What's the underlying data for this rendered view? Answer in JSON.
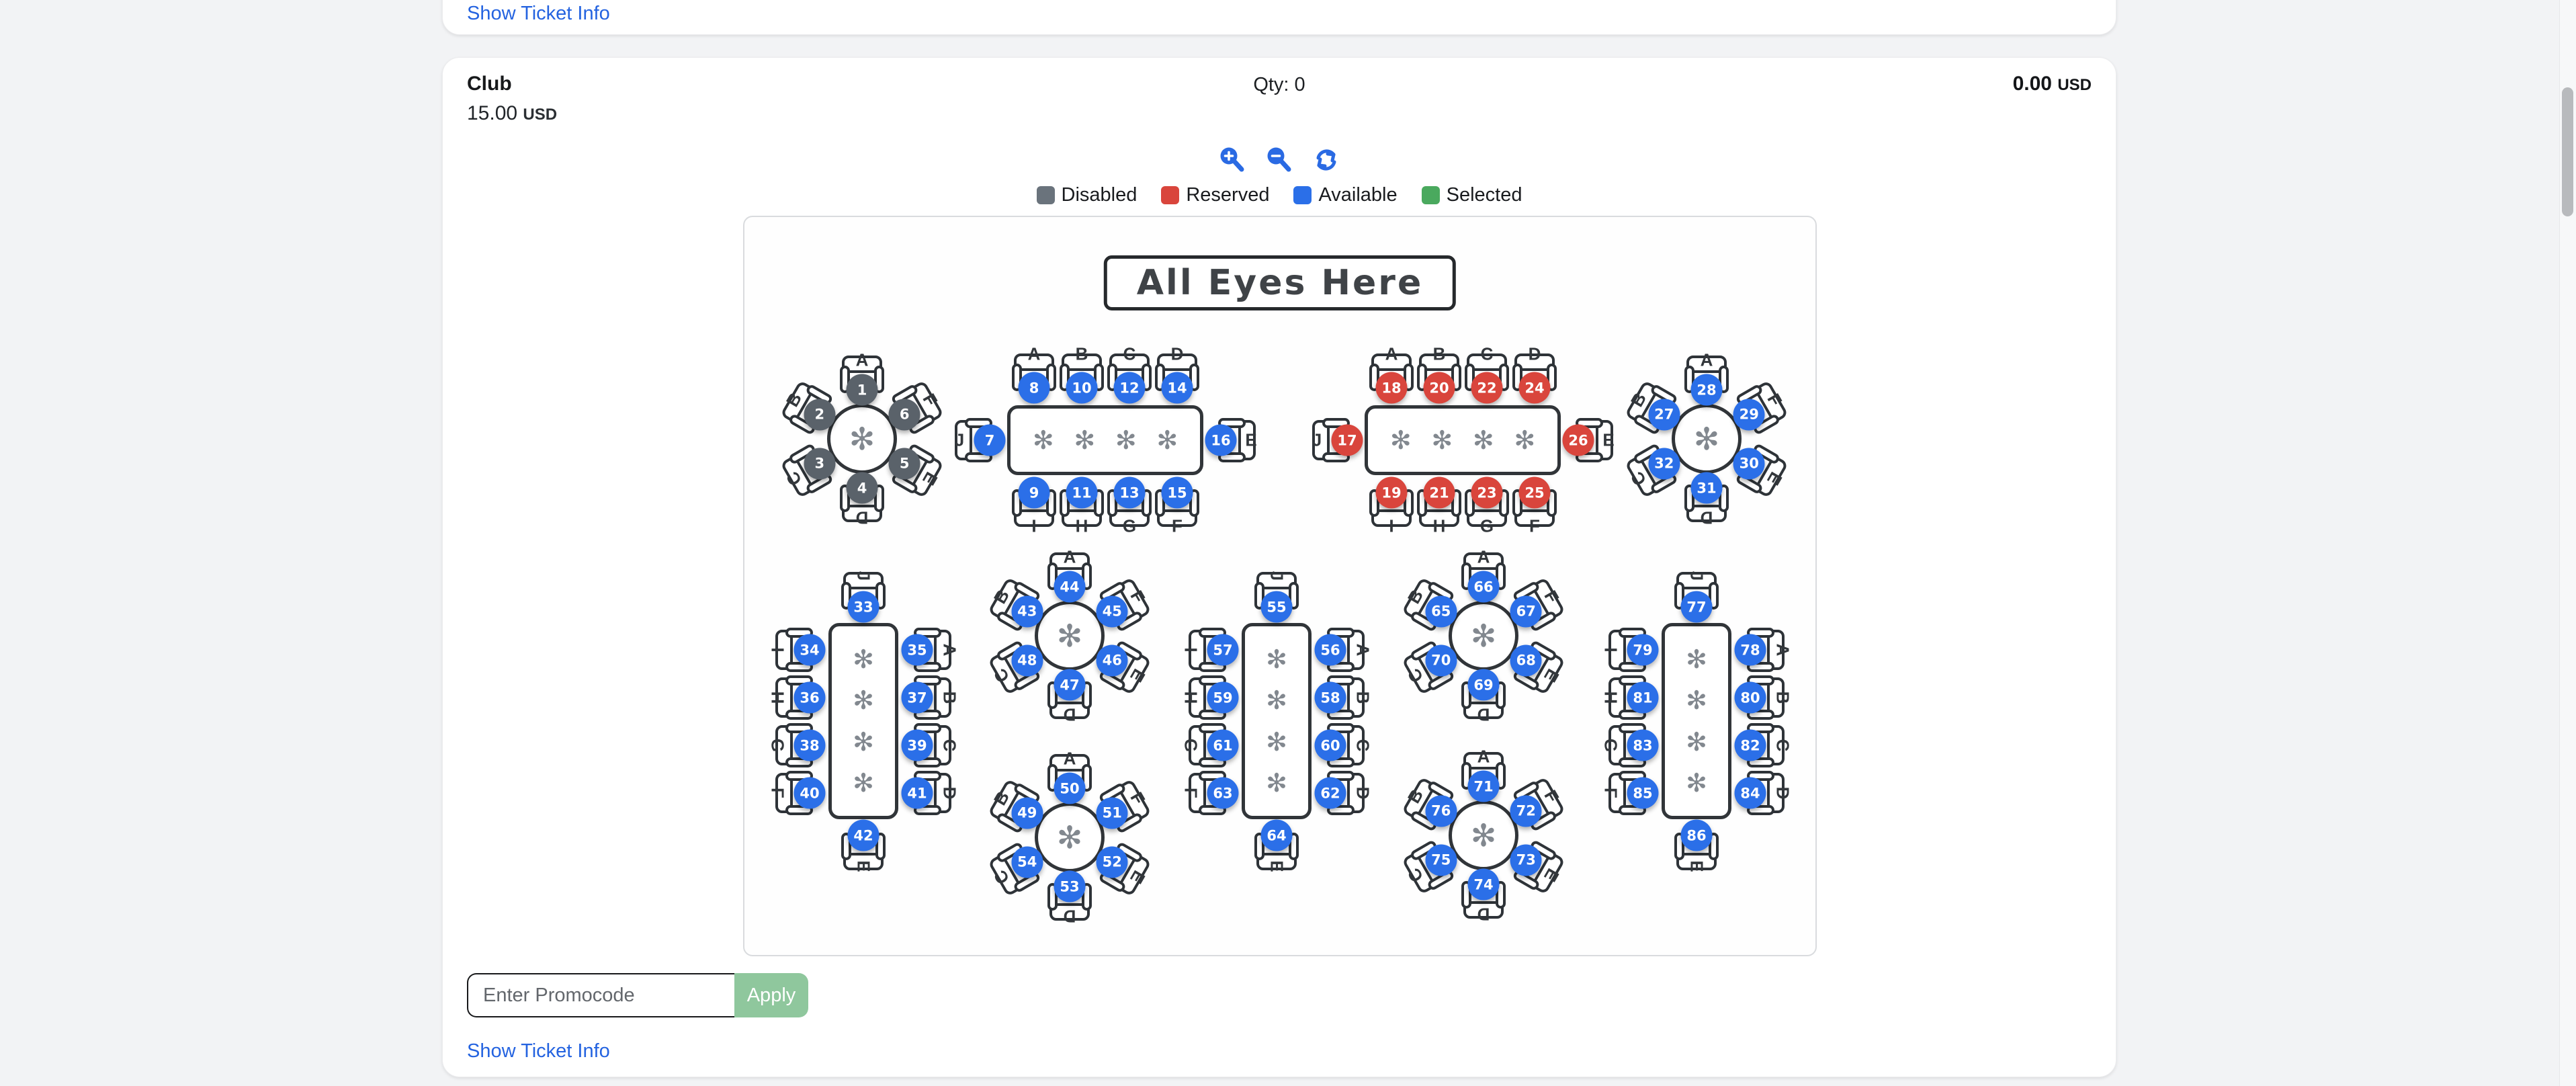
{
  "top_card": {
    "show_ticket_info": "Show Ticket Info"
  },
  "ticket": {
    "name": "Club",
    "price": "15.00",
    "price_currency": "USD",
    "qty_label": "Qty: 0",
    "total": "0.00",
    "total_currency": "USD",
    "show_ticket_info": "Show Ticket Info"
  },
  "controls": {
    "icons": [
      "zoom-in",
      "zoom-out",
      "reset"
    ]
  },
  "legend": [
    {
      "label": "Disabled",
      "color": "#6a737c"
    },
    {
      "label": "Reserved",
      "color": "#d9453c"
    },
    {
      "label": "Available",
      "color": "#2b6fe8"
    },
    {
      "label": "Selected",
      "color": "#4aa95e"
    }
  ],
  "promo": {
    "placeholder": "Enter Promocode",
    "apply_label": "Apply"
  },
  "seat_map": {
    "title": "All Eyes Here",
    "status_colors": {
      "disabled": "#5a626a",
      "reserved": "#d9453c",
      "available": "#2b6fe8",
      "selected": "#4aa95e"
    },
    "tables": [
      {
        "shape": "round",
        "status": "disabled",
        "seats": [
          {
            "n": 1,
            "label": "A",
            "deg": 0
          },
          {
            "n": 6,
            "label": "F",
            "deg": 60
          },
          {
            "n": 5,
            "label": "E",
            "deg": 120
          },
          {
            "n": 4,
            "label": "D",
            "deg": 180
          },
          {
            "n": 3,
            "label": "C",
            "deg": 240
          },
          {
            "n": 2,
            "label": "B",
            "deg": 300
          }
        ]
      },
      {
        "shape": "rect-h",
        "status": "available",
        "seats": [
          {
            "n": 7,
            "label": "J",
            "side": "left"
          },
          {
            "n": 8,
            "label": "A",
            "side": "top",
            "idx": 0
          },
          {
            "n": 10,
            "label": "B",
            "side": "top",
            "idx": 1
          },
          {
            "n": 12,
            "label": "C",
            "side": "top",
            "idx": 2
          },
          {
            "n": 14,
            "label": "D",
            "side": "top",
            "idx": 3
          },
          {
            "n": 16,
            "label": "E",
            "side": "right"
          },
          {
            "n": 9,
            "label": "I",
            "side": "bottom",
            "idx": 0
          },
          {
            "n": 11,
            "label": "H",
            "side": "bottom",
            "idx": 1
          },
          {
            "n": 13,
            "label": "G",
            "side": "bottom",
            "idx": 2
          },
          {
            "n": 15,
            "label": "F",
            "side": "bottom",
            "idx": 3
          }
        ]
      },
      {
        "shape": "rect-h",
        "status": "reserved",
        "seats": [
          {
            "n": 17,
            "label": "J",
            "side": "left"
          },
          {
            "n": 18,
            "label": "A",
            "side": "top",
            "idx": 0
          },
          {
            "n": 20,
            "label": "B",
            "side": "top",
            "idx": 1
          },
          {
            "n": 22,
            "label": "C",
            "side": "top",
            "idx": 2
          },
          {
            "n": 24,
            "label": "D",
            "side": "top",
            "idx": 3
          },
          {
            "n": 26,
            "label": "E",
            "side": "right"
          },
          {
            "n": 19,
            "label": "I",
            "side": "bottom",
            "idx": 0
          },
          {
            "n": 21,
            "label": "H",
            "side": "bottom",
            "idx": 1
          },
          {
            "n": 23,
            "label": "G",
            "side": "bottom",
            "idx": 2
          },
          {
            "n": 25,
            "label": "F",
            "side": "bottom",
            "idx": 3
          }
        ]
      },
      {
        "shape": "round",
        "status": "available",
        "seats": [
          {
            "n": 28,
            "label": "A",
            "deg": 0
          },
          {
            "n": 29,
            "label": "F",
            "deg": 60
          },
          {
            "n": 30,
            "label": "E",
            "deg": 120
          },
          {
            "n": 31,
            "label": "D",
            "deg": 180
          },
          {
            "n": 32,
            "label": "C",
            "deg": 240
          },
          {
            "n": 27,
            "label": "B",
            "deg": 300
          }
        ]
      },
      {
        "shape": "rect-v",
        "status": "available",
        "seats": [
          {
            "n": 33,
            "label": "J",
            "side": "top"
          },
          {
            "n": 35,
            "label": "A",
            "side": "right",
            "idx": 0
          },
          {
            "n": 37,
            "label": "B",
            "side": "right",
            "idx": 1
          },
          {
            "n": 39,
            "label": "C",
            "side": "right",
            "idx": 2
          },
          {
            "n": 41,
            "label": "D",
            "side": "right",
            "idx": 3
          },
          {
            "n": 42,
            "label": "E",
            "side": "bottom"
          },
          {
            "n": 34,
            "label": "I",
            "side": "left",
            "idx": 0
          },
          {
            "n": 36,
            "label": "H",
            "side": "left",
            "idx": 1
          },
          {
            "n": 38,
            "label": "G",
            "side": "left",
            "idx": 2
          },
          {
            "n": 40,
            "label": "F",
            "side": "left",
            "idx": 3
          }
        ]
      },
      {
        "shape": "round",
        "status": "available",
        "seats": [
          {
            "n": 44,
            "label": "A",
            "deg": 0
          },
          {
            "n": 45,
            "label": "F",
            "deg": 60
          },
          {
            "n": 46,
            "label": "E",
            "deg": 120
          },
          {
            "n": 47,
            "label": "D",
            "deg": 180
          },
          {
            "n": 48,
            "label": "C",
            "deg": 240
          },
          {
            "n": 43,
            "label": "B",
            "deg": 300
          }
        ]
      },
      {
        "shape": "round",
        "status": "available",
        "seats": [
          {
            "n": 50,
            "label": "A",
            "deg": 0
          },
          {
            "n": 51,
            "label": "F",
            "deg": 60
          },
          {
            "n": 52,
            "label": "E",
            "deg": 120
          },
          {
            "n": 53,
            "label": "D",
            "deg": 180
          },
          {
            "n": 54,
            "label": "C",
            "deg": 240
          },
          {
            "n": 49,
            "label": "B",
            "deg": 300
          }
        ]
      },
      {
        "shape": "rect-v",
        "status": "available",
        "seats": [
          {
            "n": 55,
            "label": "J",
            "side": "top"
          },
          {
            "n": 56,
            "label": "A",
            "side": "right",
            "idx": 0
          },
          {
            "n": 58,
            "label": "B",
            "side": "right",
            "idx": 1
          },
          {
            "n": 60,
            "label": "C",
            "side": "right",
            "idx": 2
          },
          {
            "n": 62,
            "label": "D",
            "side": "right",
            "idx": 3
          },
          {
            "n": 64,
            "label": "E",
            "side": "bottom"
          },
          {
            "n": 57,
            "label": "I",
            "side": "left",
            "idx": 0
          },
          {
            "n": 59,
            "label": "H",
            "side": "left",
            "idx": 1
          },
          {
            "n": 61,
            "label": "G",
            "side": "left",
            "idx": 2
          },
          {
            "n": 63,
            "label": "F",
            "side": "left",
            "idx": 3
          }
        ]
      },
      {
        "shape": "round",
        "status": "available",
        "seats": [
          {
            "n": 66,
            "label": "A",
            "deg": 0
          },
          {
            "n": 67,
            "label": "F",
            "deg": 60
          },
          {
            "n": 68,
            "label": "E",
            "deg": 120
          },
          {
            "n": 69,
            "label": "D",
            "deg": 180
          },
          {
            "n": 70,
            "label": "C",
            "deg": 240
          },
          {
            "n": 65,
            "label": "B",
            "deg": 300
          }
        ]
      },
      {
        "shape": "round",
        "status": "available",
        "seats": [
          {
            "n": 71,
            "label": "A",
            "deg": 0
          },
          {
            "n": 72,
            "label": "F",
            "deg": 60
          },
          {
            "n": 73,
            "label": "E",
            "deg": 120
          },
          {
            "n": 74,
            "label": "D",
            "deg": 180
          },
          {
            "n": 75,
            "label": "C",
            "deg": 240
          },
          {
            "n": 76,
            "label": "B",
            "deg": 300
          }
        ]
      },
      {
        "shape": "rect-v",
        "status": "available",
        "seats": [
          {
            "n": 77,
            "label": "J",
            "side": "top"
          },
          {
            "n": 78,
            "label": "A",
            "side": "right",
            "idx": 0
          },
          {
            "n": 80,
            "label": "B",
            "side": "right",
            "idx": 1
          },
          {
            "n": 82,
            "label": "C",
            "side": "right",
            "idx": 2
          },
          {
            "n": 84,
            "label": "D",
            "side": "right",
            "idx": 3
          },
          {
            "n": 86,
            "label": "E",
            "side": "bottom"
          },
          {
            "n": 79,
            "label": "I",
            "side": "left",
            "idx": 0
          },
          {
            "n": 81,
            "label": "H",
            "side": "left",
            "idx": 1
          },
          {
            "n": 83,
            "label": "G",
            "side": "left",
            "idx": 2
          },
          {
            "n": 85,
            "label": "F",
            "side": "left",
            "idx": 3
          }
        ]
      }
    ]
  }
}
